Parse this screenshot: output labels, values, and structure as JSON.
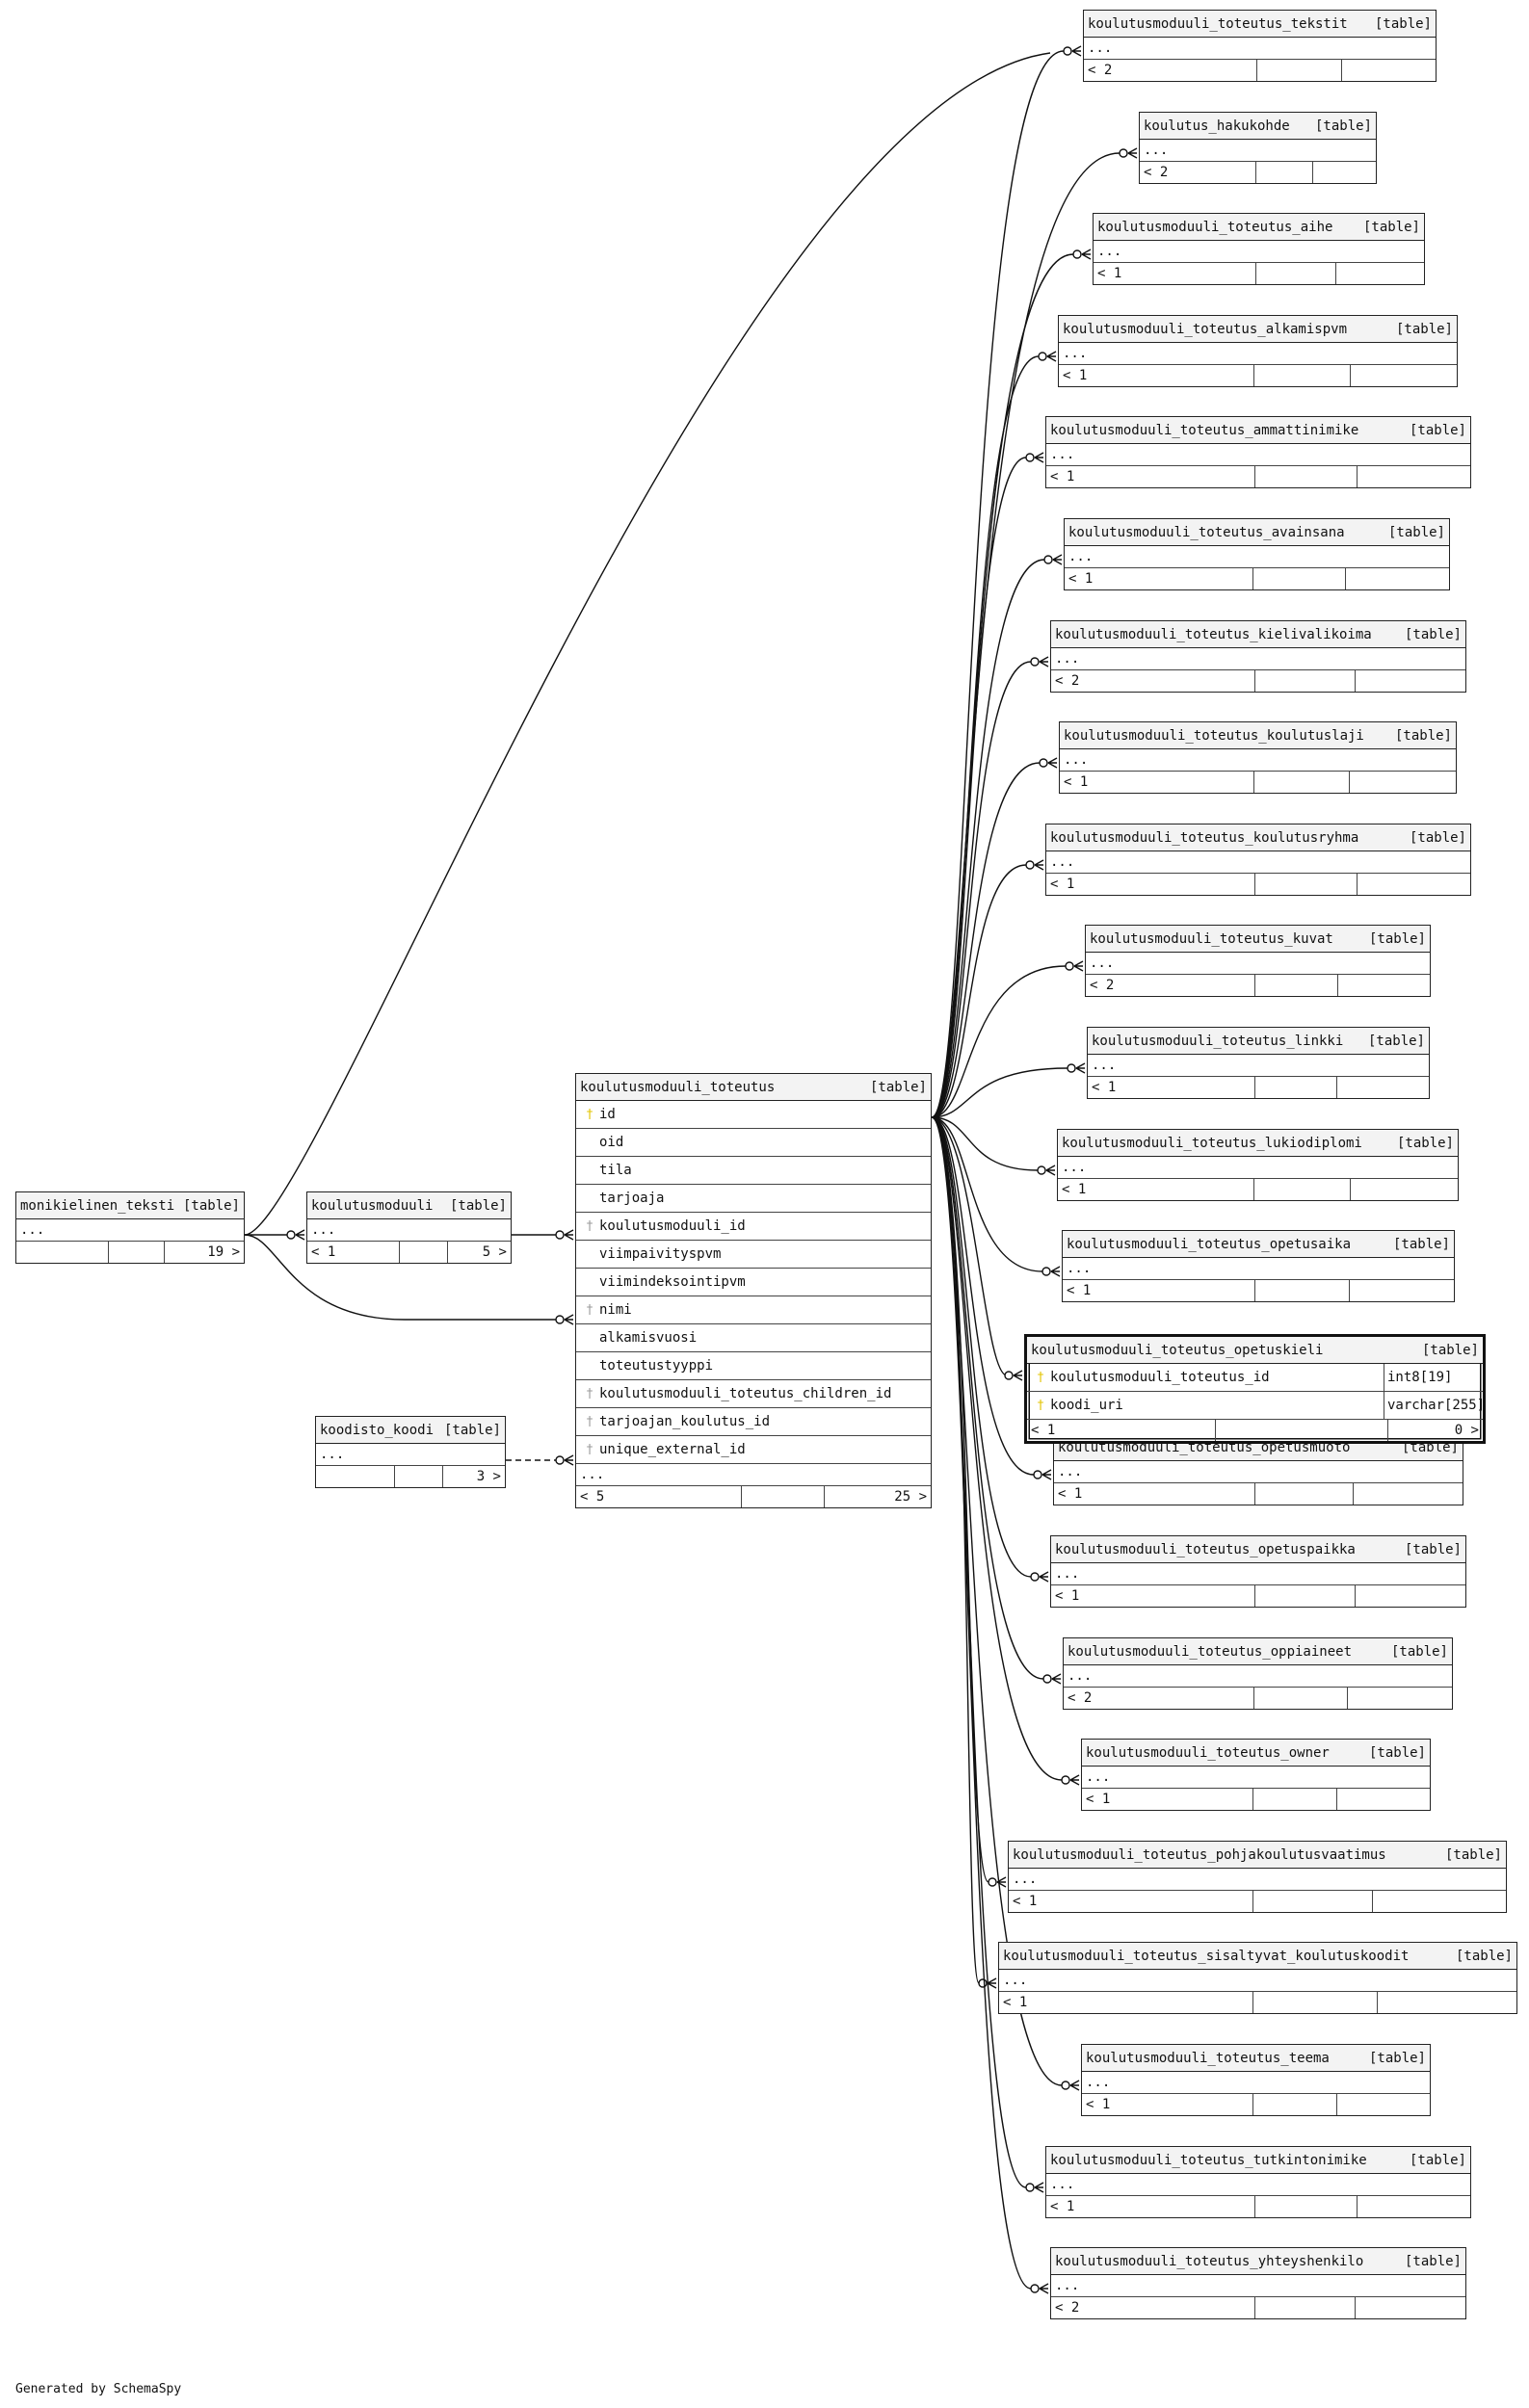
{
  "diagram": {
    "generated_by": "Generated by SchemaSpy",
    "table_tag": "[table]",
    "ellipsis": "...",
    "focus_table": {
      "name": "koulutusmoduuli_toteutus_opetuskieli",
      "columns": [
        {
          "name": "koulutusmoduuli_toteutus_id",
          "type": "int8[19]",
          "key": "pk"
        },
        {
          "name": "koodi_uri",
          "type": "varchar[255]",
          "key": "pk"
        }
      ],
      "left_count": "< 1",
      "right_count": "0 >"
    },
    "main_table": {
      "name": "koulutusmoduuli_toteutus",
      "columns": [
        {
          "name": "id",
          "key": "pk"
        },
        {
          "name": "oid",
          "key": ""
        },
        {
          "name": "tila",
          "key": ""
        },
        {
          "name": "tarjoaja",
          "key": ""
        },
        {
          "name": "koulutusmoduuli_id",
          "key": "fk"
        },
        {
          "name": "viimpaivityspvm",
          "key": ""
        },
        {
          "name": "viimindeksointipvm",
          "key": ""
        },
        {
          "name": "nimi",
          "key": "fk"
        },
        {
          "name": "alkamisvuosi",
          "key": ""
        },
        {
          "name": "toteutustyyppi",
          "key": ""
        },
        {
          "name": "koulutusmoduuli_toteutus_children_id",
          "key": "fk"
        },
        {
          "name": "tarjoajan_koulutus_id",
          "key": "fk"
        },
        {
          "name": "unique_external_id",
          "key": "fk"
        }
      ],
      "left_count": "< 5",
      "right_count": "25 >"
    },
    "left_tables": [
      {
        "name": "monikielinen_teksti",
        "left_count": "",
        "right_count": "19 >"
      },
      {
        "name": "koulutusmoduuli",
        "left_count": "< 1",
        "right_count": "5 >"
      },
      {
        "name": "koodisto_koodi",
        "left_count": "",
        "right_count": "3 >"
      }
    ],
    "right_tables": [
      {
        "name": "koulutusmoduuli_toteutus_tekstit",
        "left_count": "< 2"
      },
      {
        "name": "koulutus_hakukohde",
        "left_count": "< 2"
      },
      {
        "name": "koulutusmoduuli_toteutus_aihe",
        "left_count": "< 1"
      },
      {
        "name": "koulutusmoduuli_toteutus_alkamispvm",
        "left_count": "< 1"
      },
      {
        "name": "koulutusmoduuli_toteutus_ammattinimike",
        "left_count": "< 1"
      },
      {
        "name": "koulutusmoduuli_toteutus_avainsana",
        "left_count": "< 1"
      },
      {
        "name": "koulutusmoduuli_toteutus_kielivalikoima",
        "left_count": "< 2"
      },
      {
        "name": "koulutusmoduuli_toteutus_koulutuslaji",
        "left_count": "< 1"
      },
      {
        "name": "koulutusmoduuli_toteutus_koulutusryhma",
        "left_count": "< 1"
      },
      {
        "name": "koulutusmoduuli_toteutus_kuvat",
        "left_count": "< 2"
      },
      {
        "name": "koulutusmoduuli_toteutus_linkki",
        "left_count": "< 1"
      },
      {
        "name": "koulutusmoduuli_toteutus_lukiodiplomi",
        "left_count": "< 1"
      },
      {
        "name": "koulutusmoduuli_toteutus_opetusaika",
        "left_count": "< 1"
      },
      {
        "name": "koulutusmoduuli_toteutus_opetusmuoto",
        "left_count": "< 1"
      },
      {
        "name": "koulutusmoduuli_toteutus_opetuspaikka",
        "left_count": "< 1"
      },
      {
        "name": "koulutusmoduuli_toteutus_oppiaineet",
        "left_count": "< 2"
      },
      {
        "name": "koulutusmoduuli_toteutus_owner",
        "left_count": "< 1"
      },
      {
        "name": "koulutusmoduuli_toteutus_pohjakoulutusvaatimus",
        "left_count": "< 1"
      },
      {
        "name": "koulutusmoduuli_toteutus_sisaltyvat_koulutuskoodit",
        "left_count": "< 1"
      },
      {
        "name": "koulutusmoduuli_toteutus_teema",
        "left_count": "< 1"
      },
      {
        "name": "koulutusmoduuli_toteutus_tutkintonimike",
        "left_count": "< 1"
      },
      {
        "name": "koulutusmoduuli_toteutus_yhteyshenkilo",
        "left_count": "< 2"
      }
    ]
  }
}
